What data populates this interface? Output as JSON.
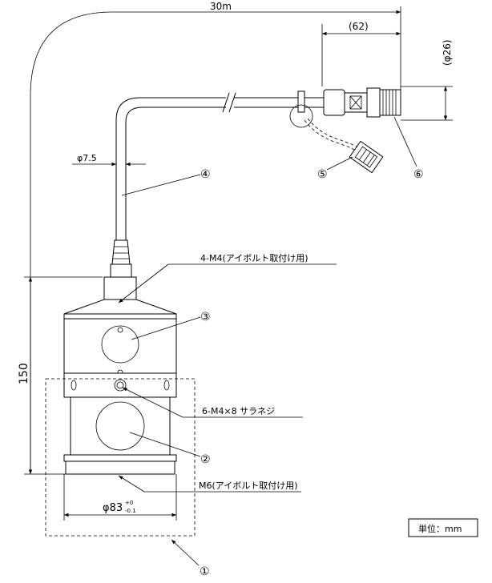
{
  "dimensions": {
    "cable_length": "30m",
    "connector_length": "(62)",
    "connector_dia": "(φ26)",
    "cable_dia": "φ7.5",
    "height": "150",
    "body_dia": "φ83",
    "body_dia_tol_upper": "+0",
    "body_dia_tol_lower": "-0.1"
  },
  "callouts": {
    "c1": "①",
    "c2": "②",
    "c3": "③",
    "c4": "④",
    "c5": "⑤",
    "c6": "⑥"
  },
  "notes": {
    "top_eyebolt": "4-M4(アイボルト取付け用)",
    "set_screw": "6-M4×8 サラネジ",
    "bottom_eyebolt": "M6(アイボルト取付け用)"
  },
  "unit_box": "単位：mm"
}
